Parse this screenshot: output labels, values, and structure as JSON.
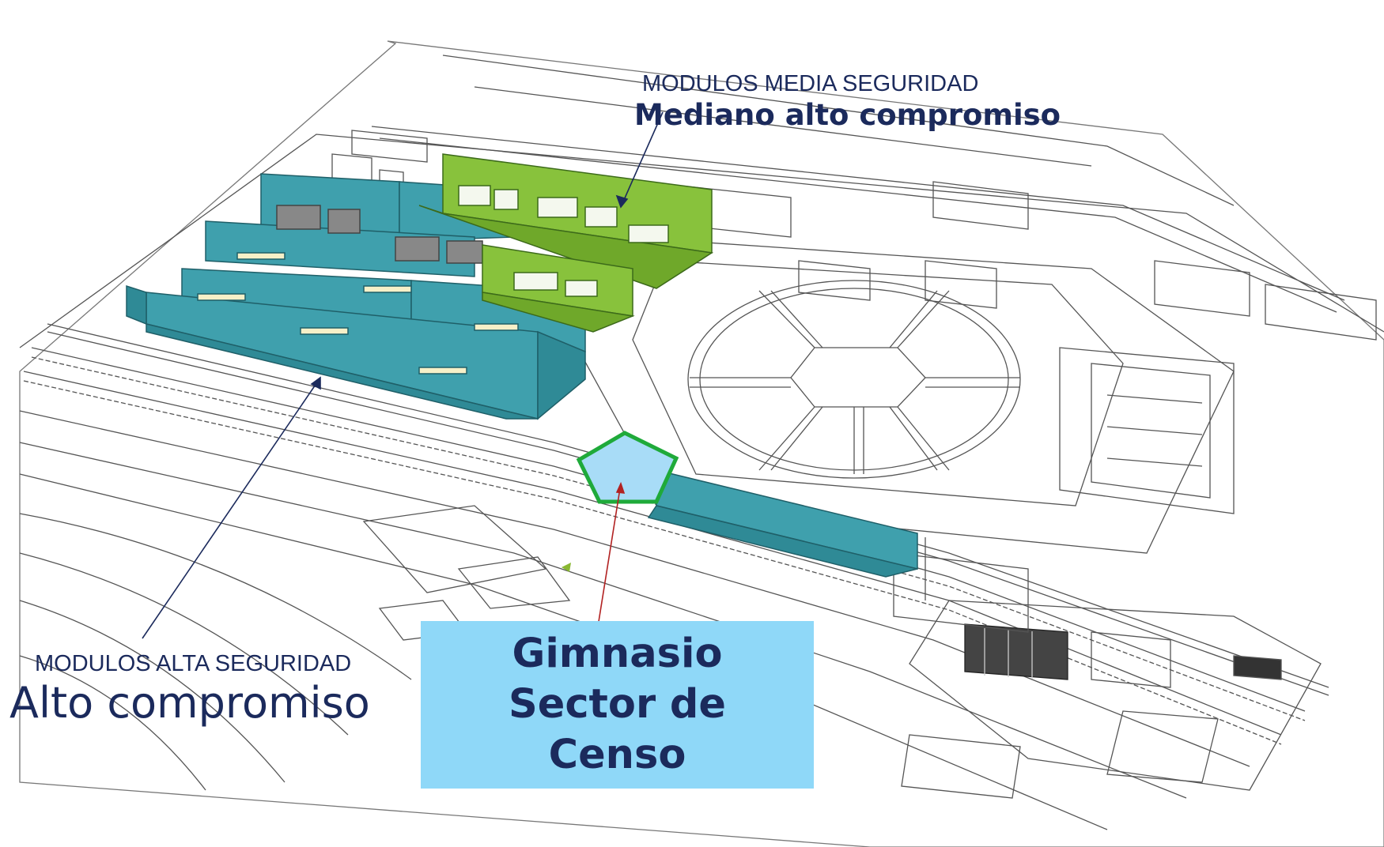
{
  "labels": {
    "media_title": "MODULOS MEDIA SEGURIDAD",
    "media_subtitle": "Mediano alto compromiso",
    "alta_title": "MODULOS ALTA SEGURIDAD",
    "alta_subtitle": "Alto compromiso",
    "gym_line1": "Gimnasio",
    "gym_line2": "Sector de",
    "gym_line3": "Censo"
  },
  "colors": {
    "alta_modules": "#3fa0ad",
    "media_modules": "#88c23c",
    "gym_pentagon_fill": "#a8dcf7",
    "gym_pentagon_stroke": "#1faa3a",
    "gym_box": "#8fd8f8",
    "label_text": "#1b2a5c",
    "pointer_red": "#b22222"
  }
}
